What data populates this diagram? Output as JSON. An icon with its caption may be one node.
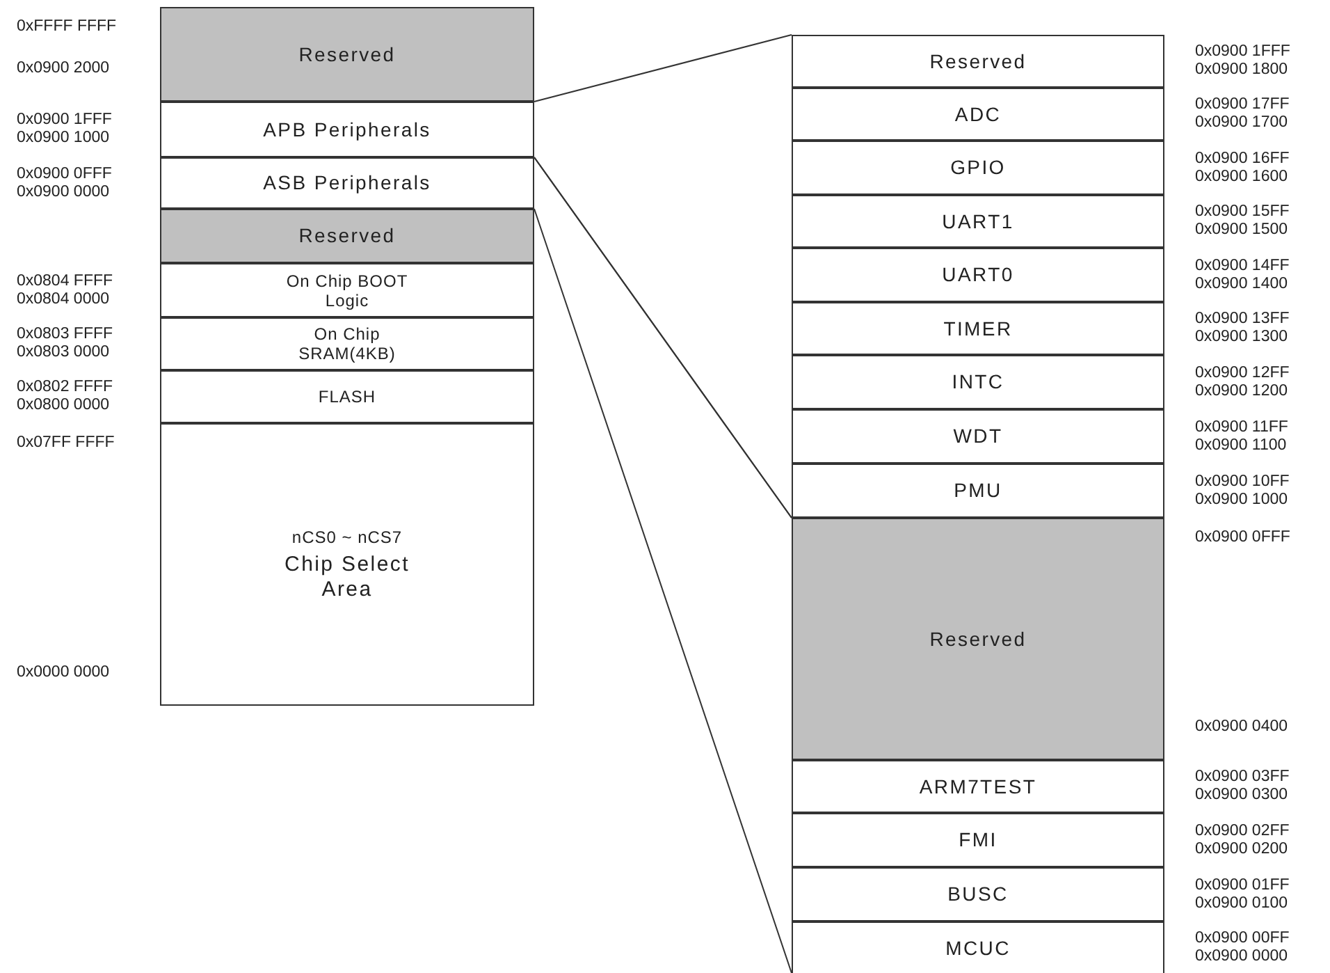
{
  "diagram": {
    "nodes": [
      {
        "text": [
          "Reserved"
        ],
        "beside": [
          "0xFFFF FFFF",
          "0x0900 2000"
        ]
      },
      {
        "text": [
          "APB Peripherals"
        ],
        "beside": [
          "0x0900 1FFF",
          "0x0900 1000"
        ]
      },
      {
        "text": [
          "ASB Peripherals"
        ],
        "beside": [
          "0x0900 0FFF",
          "0x0900 0000"
        ]
      },
      {
        "text": [
          "Reserved"
        ]
      },
      {
        "text": [
          "On Chip BOOT Logic"
        ],
        "beside": [
          "0x0804 FFFF",
          "0x0804 0000"
        ]
      },
      {
        "text": [
          "On Chip SRAM(4KB)"
        ],
        "beside": [
          "0x0803 FFFF",
          "0x0803 0000"
        ]
      },
      {
        "text": [
          "FLASH"
        ],
        "beside": [
          "0x0802 FFFF",
          "0x0800 0000"
        ]
      },
      {
        "text": [
          "nCS0 ~ nCS7",
          "Chip Select Area"
        ],
        "beside": [
          "0x07FF FFFF",
          "0x0000 0000"
        ]
      },
      {
        "text": [
          "Reserved"
        ],
        "beside": [
          "0x0900 1FFF",
          "0x0900 1800"
        ]
      },
      {
        "text": [
          "ADC"
        ],
        "beside": [
          "0x0900 17FF",
          "0x0900 1700"
        ]
      },
      {
        "text": [
          "GPIO"
        ],
        "beside": [
          "0x0900 16FF",
          "0x0900 1600"
        ]
      },
      {
        "text": [
          "UART1"
        ],
        "beside": [
          "0x0900 15FF",
          "0x0900 1500"
        ]
      },
      {
        "text": [
          "UART0"
        ],
        "beside": [
          "0x0900 14FF",
          "0x0900 1400"
        ]
      },
      {
        "text": [
          "TIMER"
        ],
        "beside": [
          "0x0900 13FF",
          "0x0900 1300"
        ]
      },
      {
        "text": [
          "INTC"
        ],
        "beside": [
          "0x0900 12FF",
          "0x0900 1200"
        ]
      },
      {
        "text": [
          "WDT"
        ],
        "beside": [
          "0x0900 11FF",
          "0x0900 1100"
        ]
      },
      {
        "text": [
          "PMU"
        ],
        "beside": [
          "0x0900 10FF",
          "0x0900 1000"
        ]
      },
      {
        "text": [
          "Reserved"
        ],
        "beside": [
          "0x0900 0FFF",
          "0x0900 0400"
        ]
      },
      {
        "text": [
          "ARM7TEST"
        ],
        "beside": [
          "0x0900 03FF",
          "0x0900 0300"
        ]
      },
      {
        "text": [
          "FMI"
        ],
        "beside": [
          "0x0900 02FF",
          "0x0900 0200"
        ]
      },
      {
        "text": [
          "BUSC"
        ],
        "beside": [
          "0x0900 01FF",
          "0x0900 0100"
        ]
      },
      {
        "text": [
          "MCUC"
        ],
        "beside": [
          "0x0900 00FF",
          "0x0900 0000"
        ]
      }
    ],
    "edges": [
      {
        "from": 1,
        "to": 8,
        "arrow": "none"
      },
      {
        "from": 1,
        "to": 16,
        "arrow": "none"
      },
      {
        "from": 2,
        "to": 17,
        "arrow": "none"
      },
      {
        "from": 2,
        "to": 21,
        "arrow": "none"
      }
    ]
  }
}
